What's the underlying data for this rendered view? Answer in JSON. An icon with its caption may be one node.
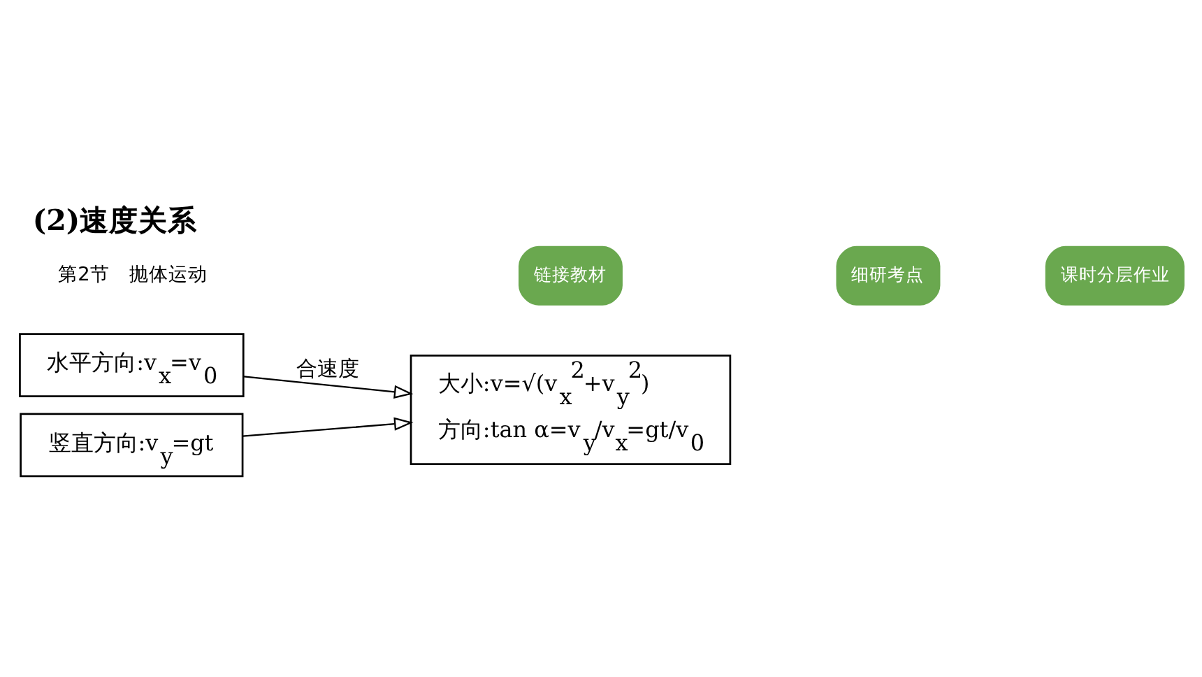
{
  "diagram": {
    "title": "(2)速度关系",
    "nodes": [
      {
        "text": [
          "水平方向:v$_{x}$=v$_{0}$"
        ]
      },
      {
        "text": [
          "竖直方向:v$_{y}$=gt"
        ]
      },
      {
        "text": [
          "大小:v=√(v$_{x}$$^{2}$+v$_{y}$$^{2}$)",
          "方向:tan α=v$_{y}$/v$_{x}$=gt/v$_{0}$"
        ]
      }
    ],
    "edges": [
      {
        "from": 0,
        "to": 2,
        "arrow": "to",
        "label": "合速度"
      },
      {
        "from": 1,
        "to": 2,
        "arrow": "to"
      }
    ],
    "labels": [
      "第2节　抛体运动",
      "链接教材",
      "细研考点",
      "课时分层作业"
    ]
  }
}
